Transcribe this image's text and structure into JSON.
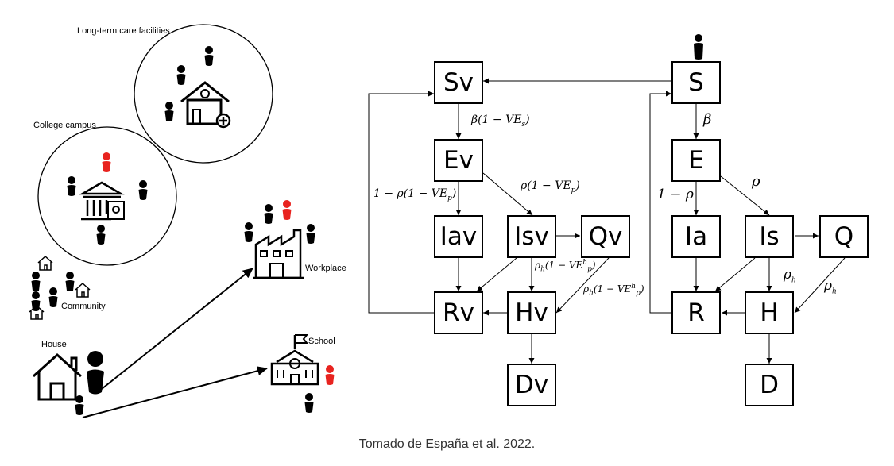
{
  "left_panel": {
    "ltc_label": "Long-term care facilities",
    "college_label": "College campus",
    "workplace_label": "Workplace",
    "community_label": "Community",
    "house_label": "House",
    "school_label": "School"
  },
  "vaccinated_model": {
    "boxes": {
      "sv": "Sv",
      "ev": "Ev",
      "iav": "Iav",
      "isv": "Isv",
      "qv": "Qv",
      "rv": "Rv",
      "hv": "Hv",
      "dv": "Dv"
    },
    "rates": {
      "sv_ev": "β(1 − VE",
      "sv_ev_sub": "s",
      "ev_iav": "1 − ρ(1 − VE",
      "ev_iav_sub": "p",
      "ev_isv": "ρ(1 − VE",
      "ev_isv_sub": "p",
      "isv_hv": "ρ",
      "isv_hv_mid": "(1 − VE",
      "isv_hv_sub1": "h",
      "isv_hv_sup": "h",
      "isv_hv_sub2": "p",
      "qv_hv": "ρ",
      "qv_hv_mid": "(1 − VE",
      "qv_hv_sub1": "h",
      "qv_hv_sup": "h",
      "qv_hv_sub2": "p",
      "close": ")"
    }
  },
  "unvaccinated_model": {
    "boxes": {
      "s": "S",
      "e": "E",
      "ia": "Ia",
      "is": "Is",
      "q": "Q",
      "r": "R",
      "h": "H",
      "d": "D"
    },
    "rates": {
      "s_e": "β",
      "e_ia": "1 − ρ",
      "e_is": "ρ",
      "is_h": "ρ",
      "is_h_sub": "h",
      "q_h": "ρ",
      "q_h_sub": "h"
    }
  },
  "caption": "Tomado de  España et al. 2022.",
  "colors": {
    "highlight_person": "#e8231f",
    "ink": "#000000"
  }
}
